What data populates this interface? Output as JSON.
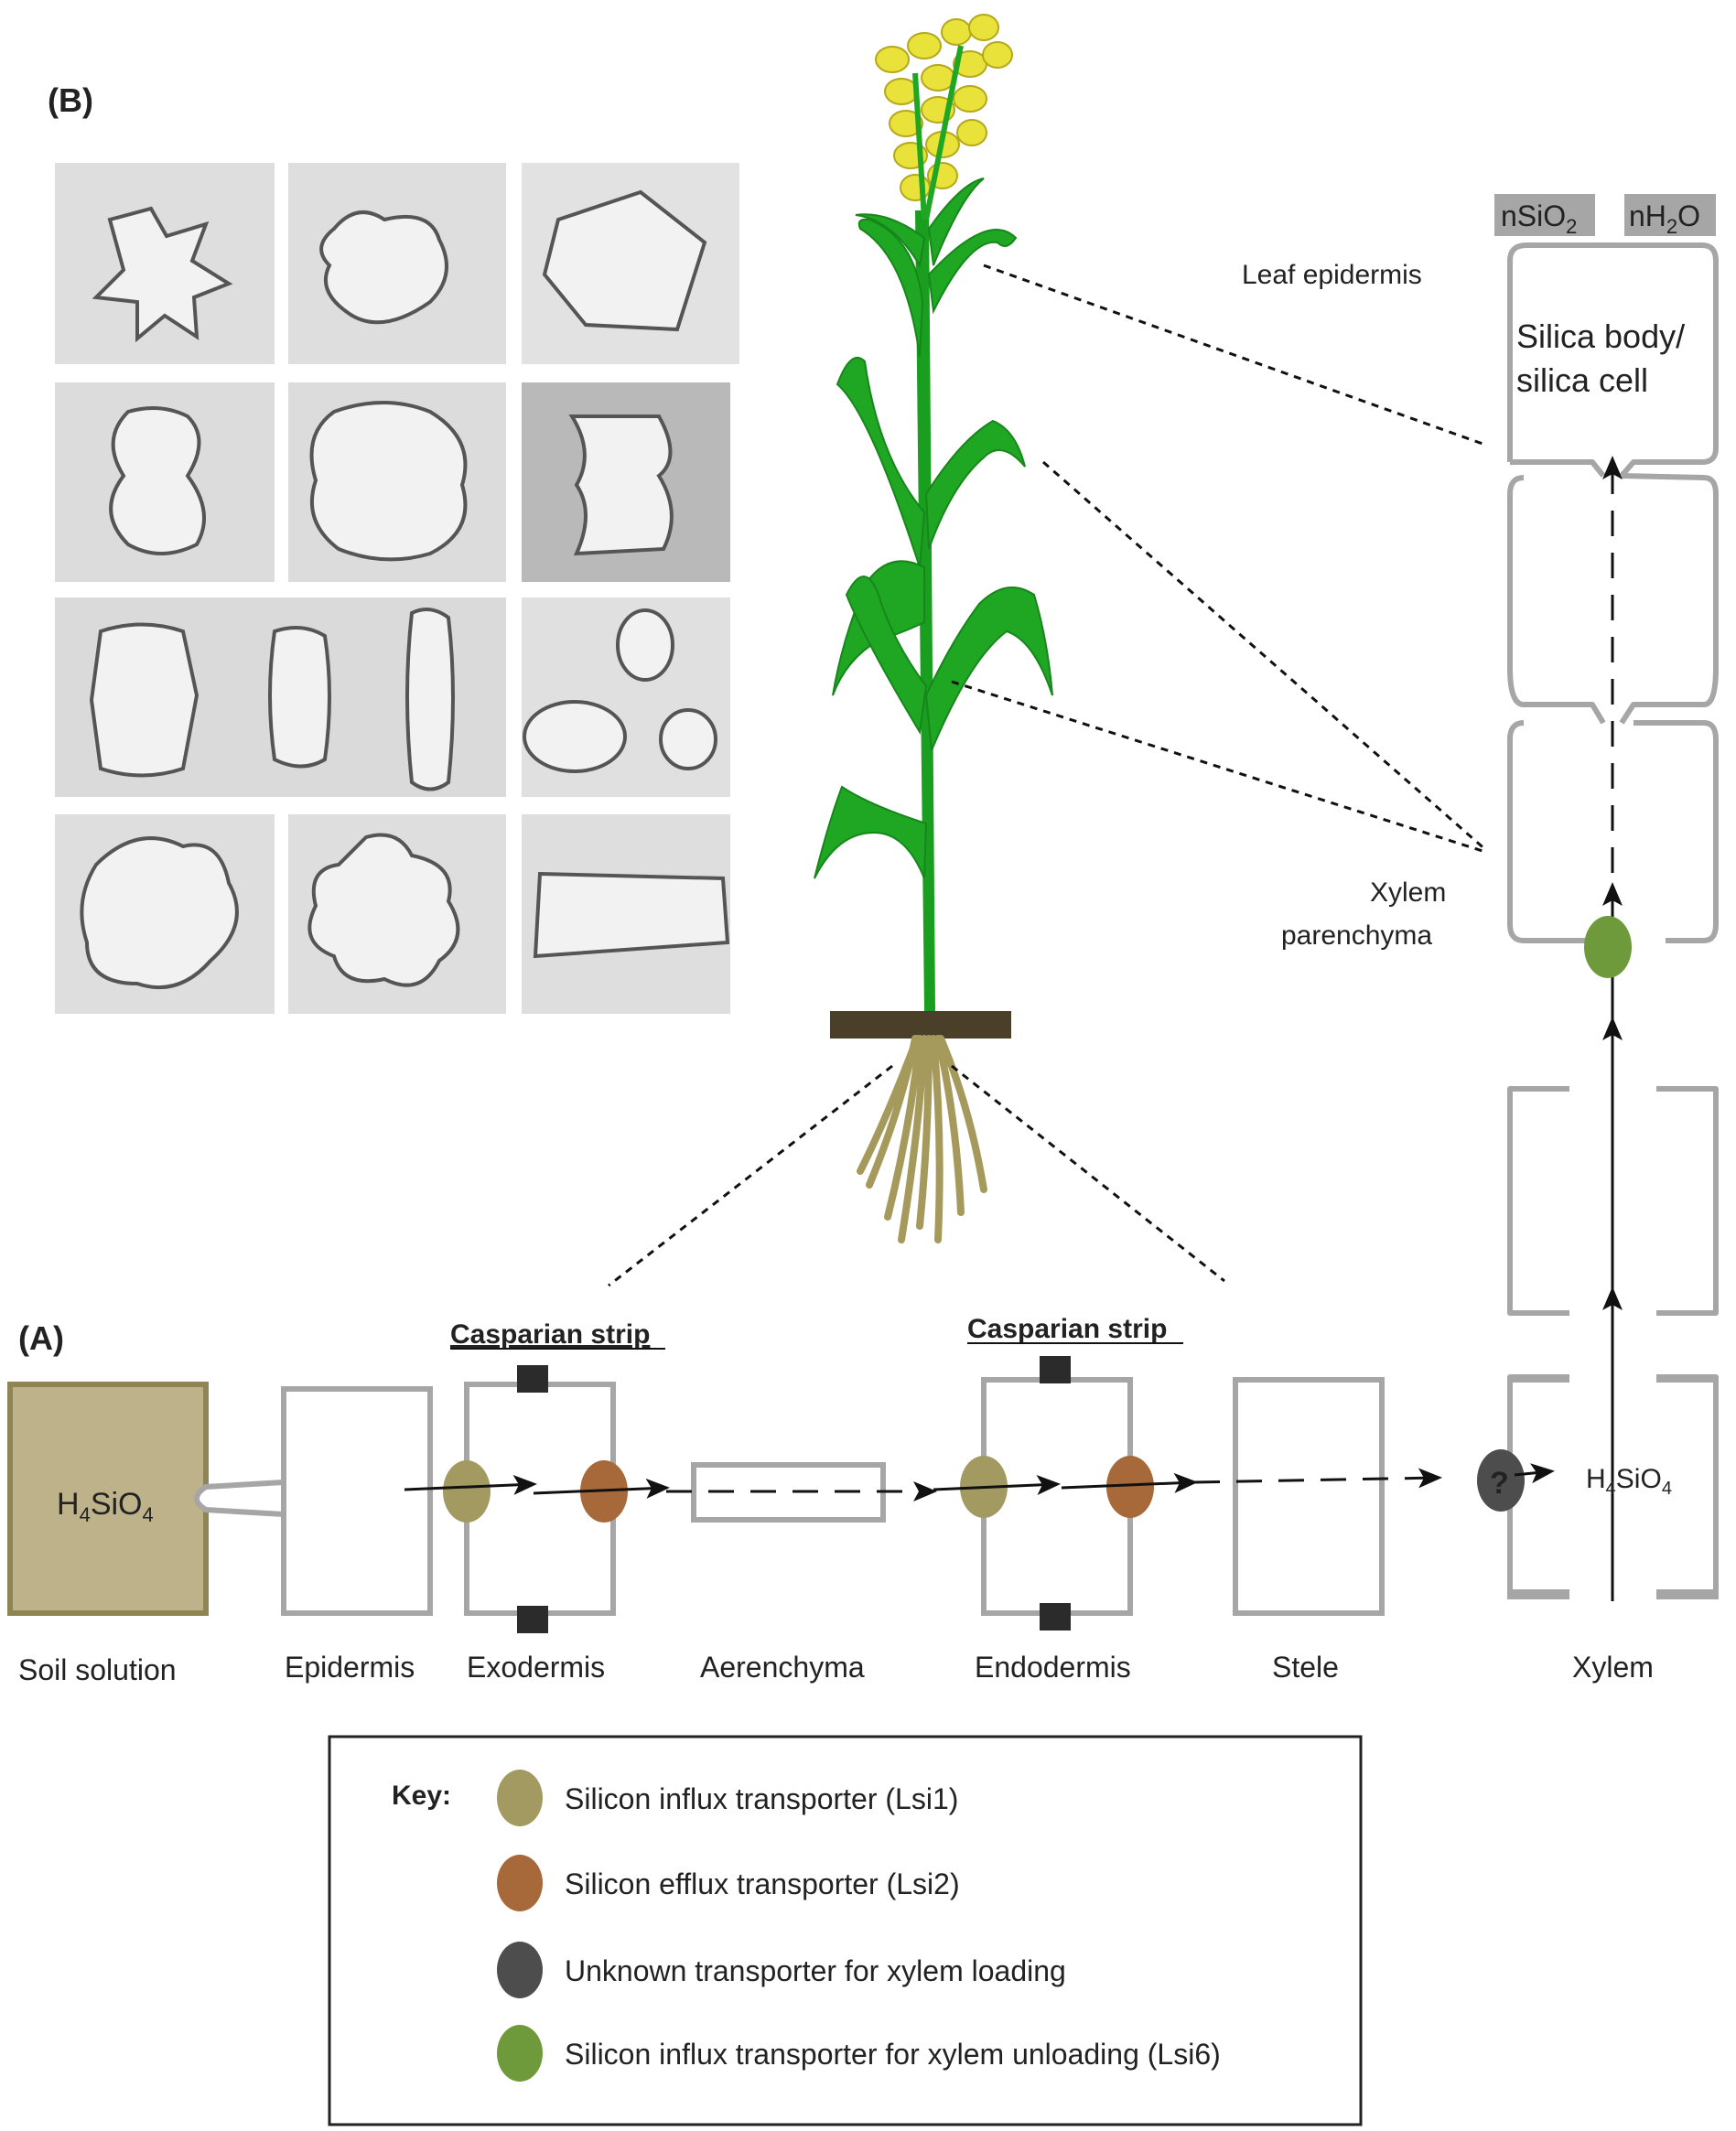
{
  "panel_a_label": "(A)",
  "panel_b_label": "(B)",
  "casparian_left": "Casparian strip",
  "casparian_right": "Casparian strip",
  "soil_formula": {
    "base1": "H",
    "sub1": "4",
    "base2": "SiO",
    "sub2": "4"
  },
  "xylem_formula": {
    "base1": "H",
    "sub1": "4",
    "base2": "SiO",
    "sub2": "4"
  },
  "unknown_mark": "?",
  "layers": {
    "soil": "Soil solution",
    "epidermis": "Epidermis",
    "exodermis": "Exodermis",
    "aerenchyma": "Aerenchyma",
    "endodermis": "Endodermis",
    "stele": "Stele",
    "xylem": "Xylem"
  },
  "leaf": {
    "leaf_epidermis": "Leaf epidermis",
    "silica_line1": "Silica body/",
    "silica_line2": "silica cell",
    "xylem_line1": "Xylem",
    "xylem_line2": "parenchyma",
    "nsio2": {
      "base": "nSiO",
      "sub": "2"
    },
    "nh2o": {
      "base1": "nH",
      "sub": "2",
      "base2": "O"
    }
  },
  "key": {
    "title": "Key:",
    "items": [
      {
        "label": "Silicon influx transporter (Lsi1)",
        "color": "#a39a62"
      },
      {
        "label": "Silicon efflux transporter (Lsi2)",
        "color": "#a8693a"
      },
      {
        "label": "Unknown transporter for xylem loading",
        "color": "#4d4d4d"
      },
      {
        "label": "Silicon influx transporter for xylem unloading (Lsi6)",
        "color": "#6f9a3c"
      }
    ]
  },
  "colors": {
    "cell_outline": "#a6a6a6",
    "soil_fill": "#bdb28a",
    "soil_border": "#8f8456",
    "plant_green": "#1fa623",
    "flower_yellow": "#e8e23a",
    "soil_bar": "#4a3f28",
    "root": "#a59a5c"
  }
}
